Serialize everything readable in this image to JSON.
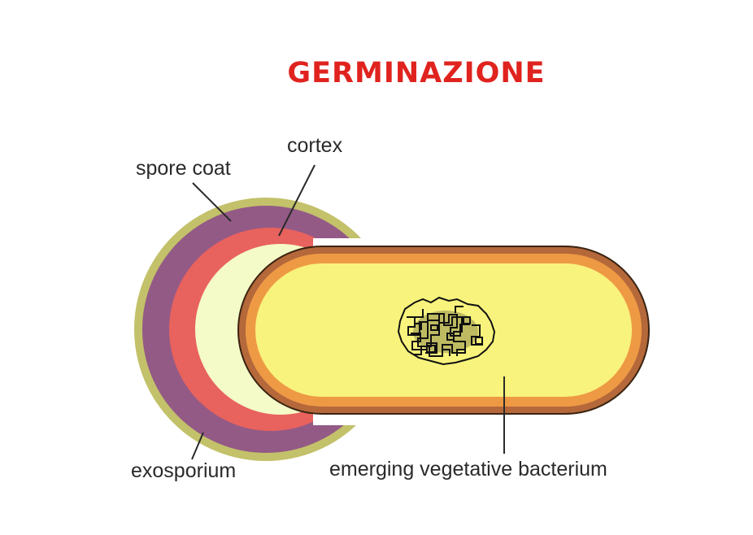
{
  "title": "GERMINAZIONE",
  "labels": {
    "spore_coat": "spore coat",
    "cortex": "cortex",
    "exosporium": "exosporium",
    "emerging_bacterium": "emerging vegetative bacterium"
  },
  "colors": {
    "title": "#E0231E",
    "exosporium": "#C3C16A",
    "spore_coat": "#935A86",
    "cortex": "#E8625E",
    "core_space": "#F4FBC8",
    "bacterium_wall": "#B5683A",
    "bacterium_membrane": "#EE9A45",
    "cytoplasm": "#F8F37C",
    "nucleoid": "#111111",
    "leader_lines": "#2a2a2a"
  }
}
